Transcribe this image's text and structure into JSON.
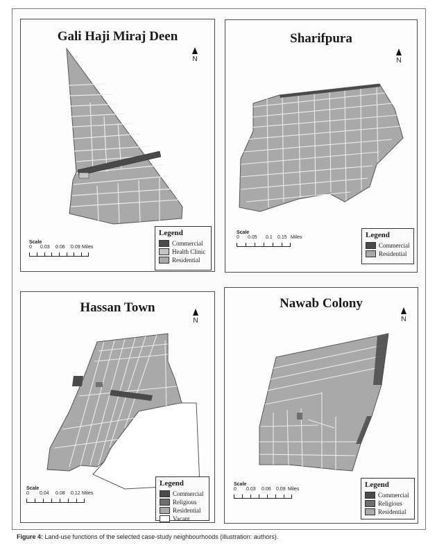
{
  "colors": {
    "commercial": "#4a4a4a",
    "religious": "#6f6f6f",
    "health_clinic": "#c4c4c4",
    "residential": "#a9a9a9",
    "vacant": "#ffffff",
    "plot_line": "#ececec"
  },
  "panels": [
    {
      "title": "Gali Haji Miraj Deen",
      "north": "N",
      "scale": {
        "label": "Scale",
        "ticks": [
          "0",
          "0.03",
          "0.06",
          "0.09"
        ],
        "unit": "Miles"
      },
      "legend": {
        "title": "Legend",
        "items": [
          "Commercial",
          "Health Clinic",
          "Residential"
        ]
      }
    },
    {
      "title": "Sharifpura",
      "north": "N",
      "scale": {
        "label": "Scale",
        "ticks": [
          "0",
          "0.05",
          "0.1",
          "0.15"
        ],
        "unit": "Miles"
      },
      "legend": {
        "title": "Legend",
        "items": [
          "Commercial",
          "Residential"
        ]
      }
    },
    {
      "title": "Hassan Town",
      "north": "N",
      "scale": {
        "label": "Scale",
        "ticks": [
          "0",
          "0.04",
          "0.08",
          "0.12"
        ],
        "unit": "Miles"
      },
      "legend": {
        "title": "Legend",
        "items": [
          "Commercial",
          "Religious",
          "Residential",
          "Vacant"
        ]
      }
    },
    {
      "title": "Nawab Colony",
      "north": "N",
      "scale": {
        "label": "Scale",
        "ticks": [
          "0",
          "0.03",
          "0.06",
          "0.09"
        ],
        "unit": "Miles"
      },
      "legend": {
        "title": "Legend",
        "items": [
          "Commercial",
          "Religious",
          "Residential"
        ]
      }
    }
  ],
  "caption": {
    "label": "Figure 4:",
    "text": "Land-use functions of the selected case-study neighbourhoods (illustration: authors)."
  }
}
